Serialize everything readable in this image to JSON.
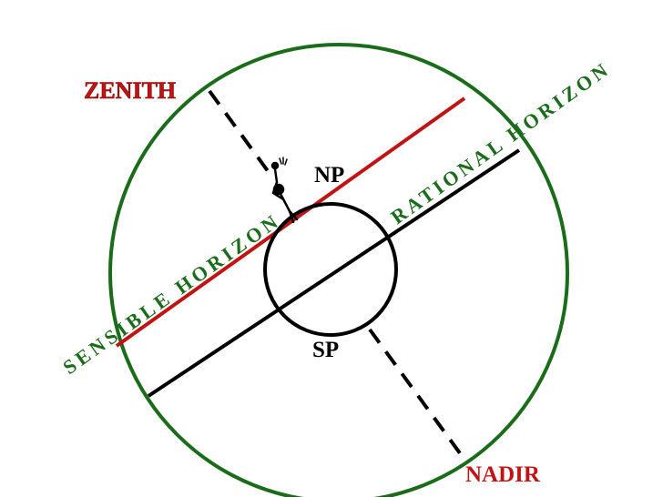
{
  "labels": {
    "zenith": "ZENITH",
    "nadir": "NADIR",
    "north_pole": "NP",
    "south_pole": "SP",
    "sensible_horizon": "SENSIBLE HORIZON",
    "rational_horizon": "RATIONAL HORIZON"
  },
  "colors": {
    "celestial_sphere": "#1a6b1a",
    "sensible_horizon_line": "#c01414",
    "rational_horizon_line": "#000000",
    "zenith_text": "#c01414",
    "nadir_text": "#c01414",
    "green_text": "#1a6b1a",
    "pole_text": "#000000"
  },
  "icons": {
    "observer": "observer-figure-icon"
  }
}
